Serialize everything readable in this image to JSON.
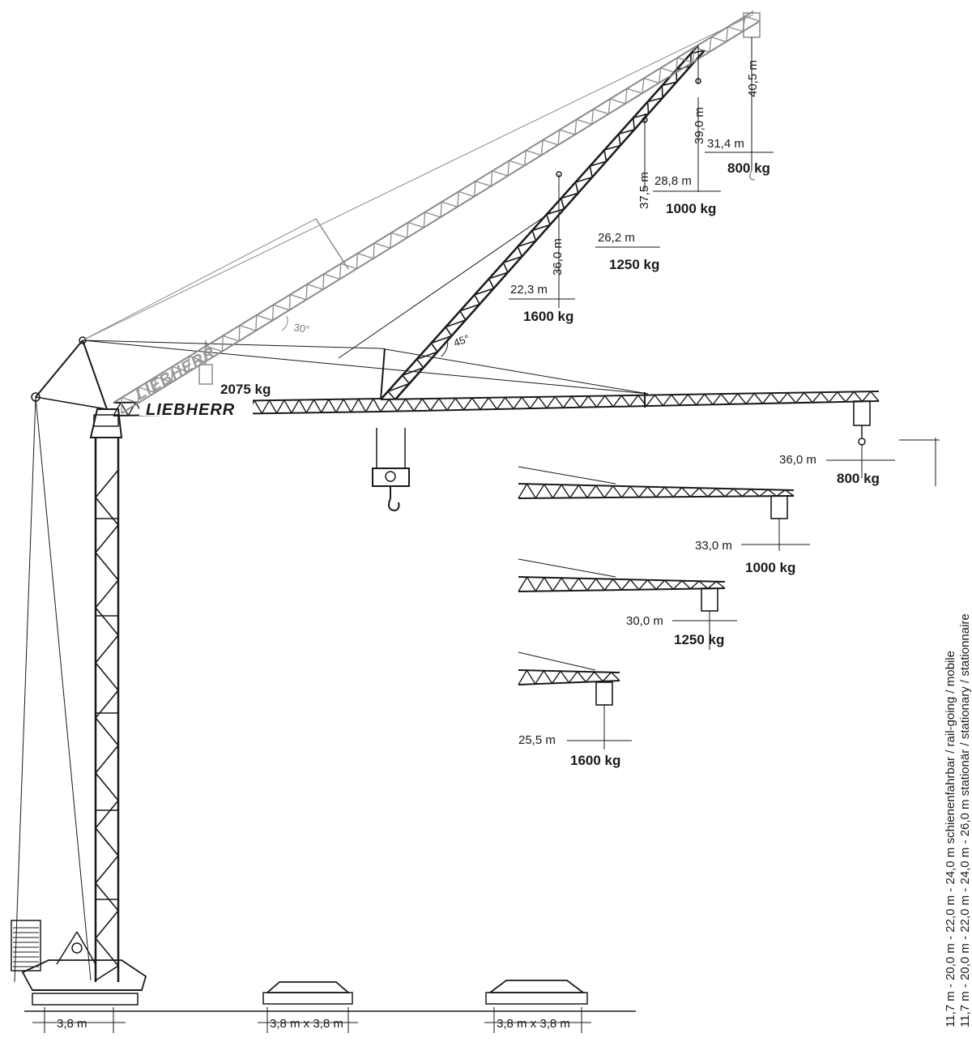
{
  "brand": "LIEBHERR",
  "counter_jib_load": "2075 kg",
  "angles": {
    "luffed_30": "30°",
    "luffed_45": "45°"
  },
  "luffed_30_config": {
    "height": "40,5 m",
    "radius": "31,4 m",
    "load": "800 kg"
  },
  "luffed_45_config": [
    {
      "height": "39,0 m",
      "radius": "28,8 m",
      "load": "1000 kg"
    },
    {
      "height": "37,5 m",
      "radius": "26,2 m",
      "load": "1250 kg"
    },
    {
      "height": "36,0 m",
      "radius": "22,3 m",
      "load": "1600 kg"
    }
  ],
  "horizontal_jibs": [
    {
      "radius": "36,0 m",
      "load": "800 kg"
    },
    {
      "radius": "33,0 m",
      "load": "1000 kg"
    },
    {
      "radius": "30,0 m",
      "load": "1250 kg"
    },
    {
      "radius": "25,5 m",
      "load": "1600 kg"
    }
  ],
  "base_dimensions": {
    "mobile": "3,8 m",
    "rail": "3,8 m x 3,8 m",
    "stationary": "3,8 m x 3,8 m"
  },
  "height_ranges": {
    "line1": "11,7 m - 20,0 m - 22,0 m - 24,0 m schienenfahrbar / rail-going / mobile",
    "line2": "11,7 m - 20,0 m - 22,0 m - 24,0 m - 26,0 m stationär / stationary / stationnaire"
  }
}
